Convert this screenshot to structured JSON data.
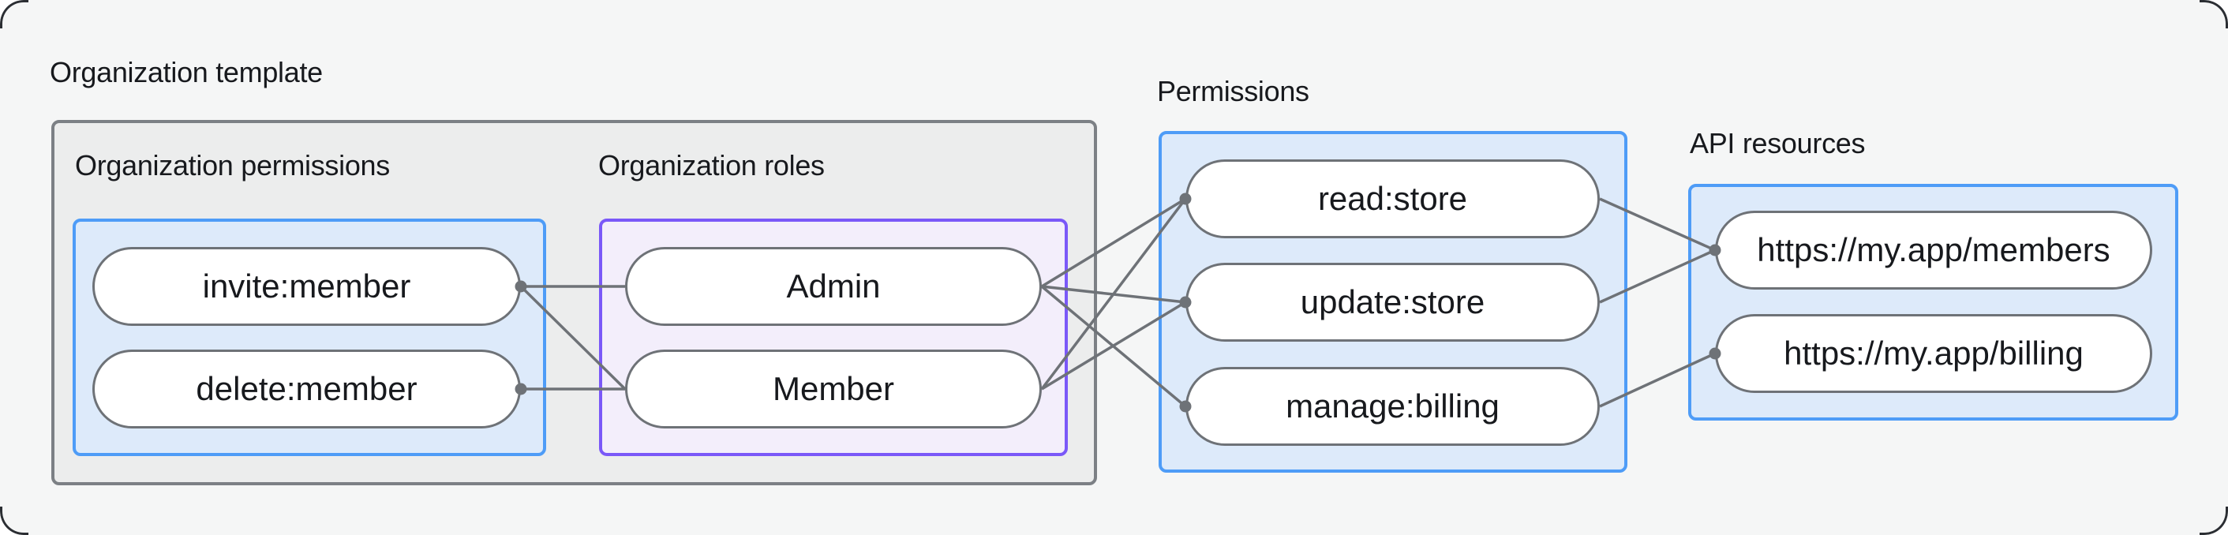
{
  "colors": {
    "page_bg": "#F5F6F6",
    "template_box_fill": "#ECEDED",
    "template_box_border": "#7C8085",
    "blue_box_border": "#4E9CF7",
    "blue_box_fill": "#DDEAFA",
    "purple_box_border": "#7A58F8",
    "purple_box_fill": "#F3EEFB",
    "node_border": "#6E7277",
    "edge_color": "#6E7277",
    "text_color": "#17191D"
  },
  "diagram": {
    "titles": {
      "template": "Organization template",
      "org_permissions": "Organization permissions",
      "org_roles": "Organization roles",
      "permissions": "Permissions",
      "api_resources": "API resources"
    },
    "groups": [
      {
        "id": "org_permissions",
        "title": "Organization permissions",
        "theme": "blue"
      },
      {
        "id": "org_roles",
        "title": "Organization roles",
        "theme": "purple"
      },
      {
        "id": "permissions",
        "title": "Permissions",
        "theme": "blue"
      },
      {
        "id": "api_resources",
        "title": "API resources",
        "theme": "blue"
      }
    ],
    "nodes": [
      {
        "id": "invite",
        "label": "invite:member",
        "group": "org_permissions",
        "dot": "right"
      },
      {
        "id": "delete",
        "label": "delete:member",
        "group": "org_permissions",
        "dot": "right"
      },
      {
        "id": "admin",
        "label": "Admin",
        "group": "org_roles",
        "dot": null
      },
      {
        "id": "member",
        "label": "Member",
        "group": "org_roles",
        "dot": null
      },
      {
        "id": "read",
        "label": "read:store",
        "group": "permissions",
        "dot": "left"
      },
      {
        "id": "update",
        "label": "update:store",
        "group": "permissions",
        "dot": "left"
      },
      {
        "id": "manage",
        "label": "manage:billing",
        "group": "permissions",
        "dot": "left"
      },
      {
        "id": "members_api",
        "label": "https://my.app/members",
        "group": "api_resources",
        "dot": "left"
      },
      {
        "id": "billing_api",
        "label": "https://my.app/billing",
        "group": "api_resources",
        "dot": "left"
      }
    ],
    "edges": [
      {
        "from": "invite",
        "to": "admin"
      },
      {
        "from": "invite",
        "to": "member"
      },
      {
        "from": "delete",
        "to": "member"
      },
      {
        "from": "admin",
        "to": "read"
      },
      {
        "from": "admin",
        "to": "update"
      },
      {
        "from": "admin",
        "to": "manage"
      },
      {
        "from": "member",
        "to": "read"
      },
      {
        "from": "member",
        "to": "update"
      },
      {
        "from": "read",
        "to": "members_api"
      },
      {
        "from": "update",
        "to": "members_api"
      },
      {
        "from": "manage",
        "to": "billing_api"
      }
    ],
    "edge_stroke_width": 3.5,
    "dot_radius": 7.5
  }
}
